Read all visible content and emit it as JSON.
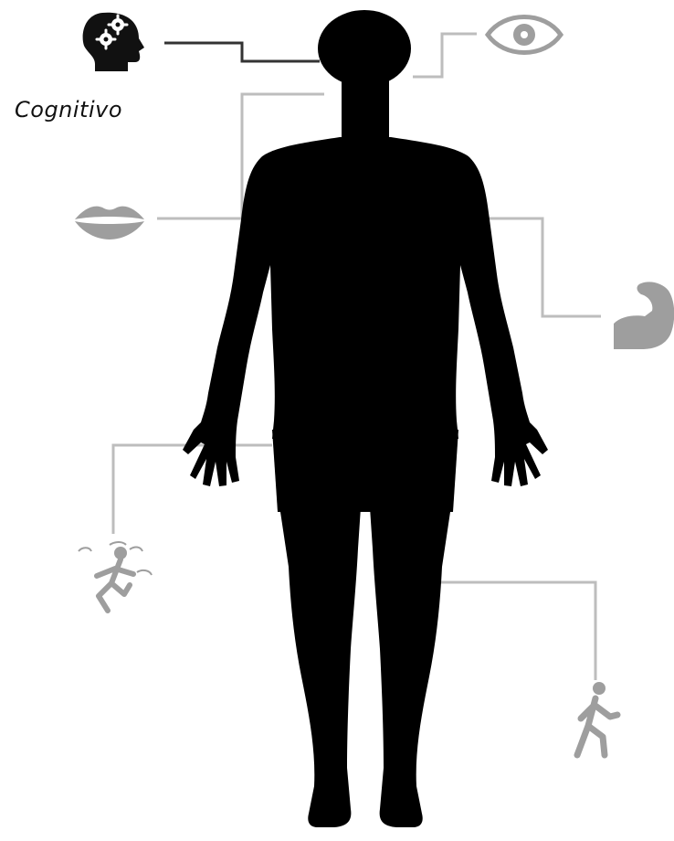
{
  "labels": {
    "cognitive": "Cognitivo"
  },
  "icons": [
    {
      "name": "head-gears-icon",
      "meaning": "cognitive"
    },
    {
      "name": "eye-icon",
      "meaning": "vision"
    },
    {
      "name": "lips-icon",
      "meaning": "speech"
    },
    {
      "name": "flexed-arm-icon",
      "meaning": "strength"
    },
    {
      "name": "dizzy-figure-icon",
      "meaning": "balance"
    },
    {
      "name": "walking-person-icon",
      "meaning": "mobility"
    }
  ],
  "colors": {
    "silhouette": "#000000",
    "active_connector": "#333333",
    "inactive_connector": "#bdbdbd",
    "inactive_icon": "#9e9e9e",
    "active_icon": "#111111"
  }
}
